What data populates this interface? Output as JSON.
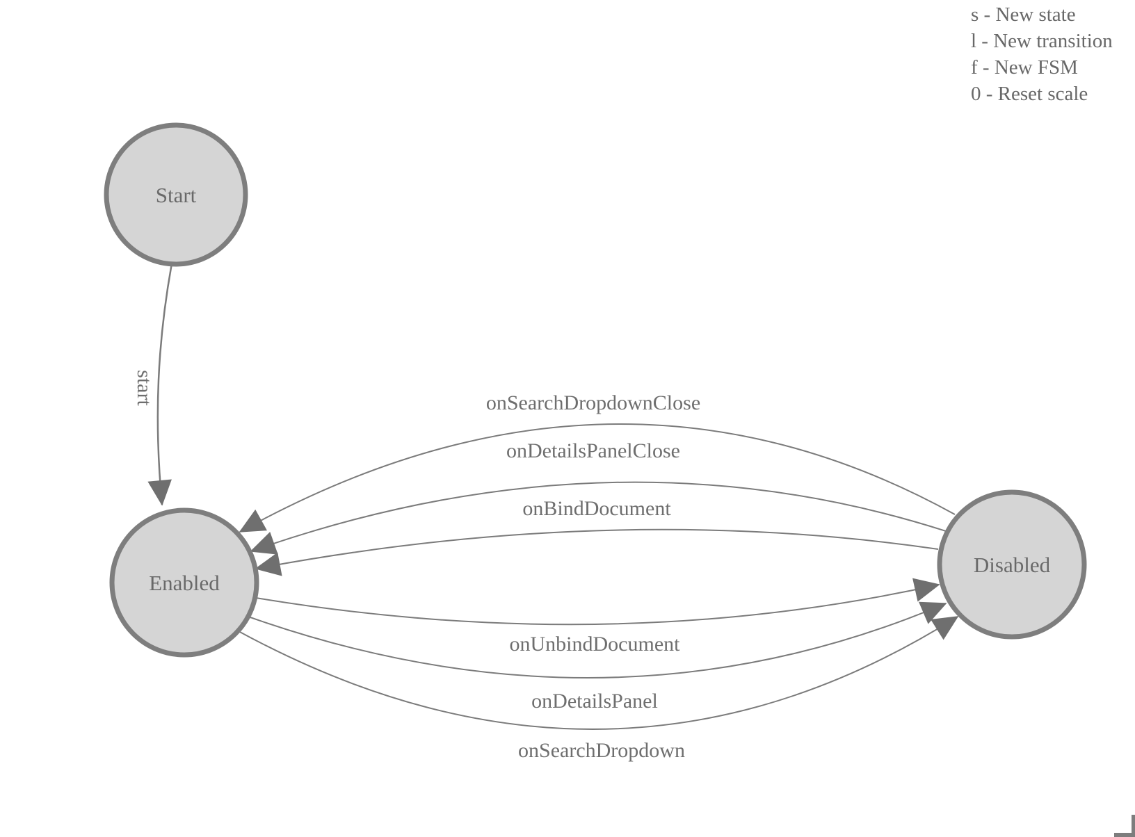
{
  "legend": {
    "items": [
      "s - New state",
      "l - New transition",
      "f - New FSM",
      "0 - Reset scale"
    ]
  },
  "diagram": {
    "type": "finite-state-machine",
    "nodes": [
      {
        "id": "start",
        "label": "Start"
      },
      {
        "id": "enabled",
        "label": "Enabled"
      },
      {
        "id": "disabled",
        "label": "Disabled"
      }
    ],
    "edges": [
      {
        "from": "start",
        "to": "enabled",
        "label": "start"
      },
      {
        "from": "disabled",
        "to": "enabled",
        "label": "onSearchDropdownClose"
      },
      {
        "from": "disabled",
        "to": "enabled",
        "label": "onDetailsPanelClose"
      },
      {
        "from": "disabled",
        "to": "enabled",
        "label": "onBindDocument"
      },
      {
        "from": "enabled",
        "to": "disabled",
        "label": "onUnbindDocument"
      },
      {
        "from": "enabled",
        "to": "disabled",
        "label": "onDetailsPanel"
      },
      {
        "from": "enabled",
        "to": "disabled",
        "label": "onSearchDropdown"
      }
    ]
  },
  "colors": {
    "background": "#ffffff",
    "node_fill": "#d5d5d5",
    "node_stroke": "#7e7e7e",
    "edge_stroke": "#7b7b7b",
    "arrow_fill": "#6f6f6f",
    "label_text": "#696969",
    "legend_text": "#686868",
    "corner_mark": "#7d7d7d"
  }
}
